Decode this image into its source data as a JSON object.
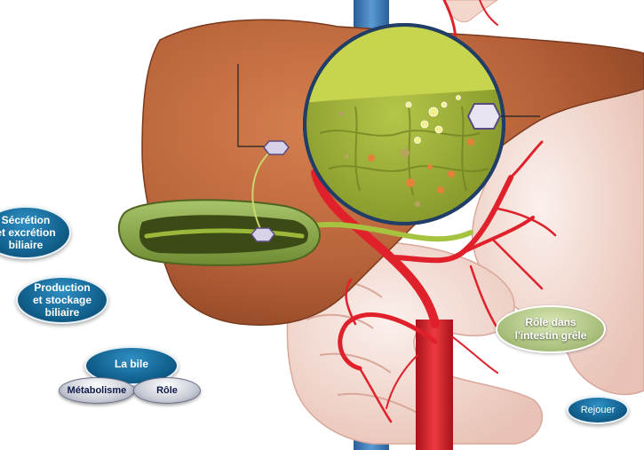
{
  "menu": {
    "secretion": "Sécrétion\net excrétion\nbiliaire",
    "production": "Production\net stockage\nbiliaire",
    "bile": "La bile",
    "metabolisme": "Métabolisme",
    "role": "Rôle"
  },
  "labels": {
    "intestin": "Rôle dans\nl'intestin grêle"
  },
  "controls": {
    "rejouer": "Rejouer"
  },
  "colors": {
    "liver": "#b8623a",
    "bile_green": "#9cb83a",
    "artery": "#e0202a",
    "vein": "#3a7ab8",
    "intestine": "#f3d6cc",
    "button_blue": "#12628f"
  }
}
